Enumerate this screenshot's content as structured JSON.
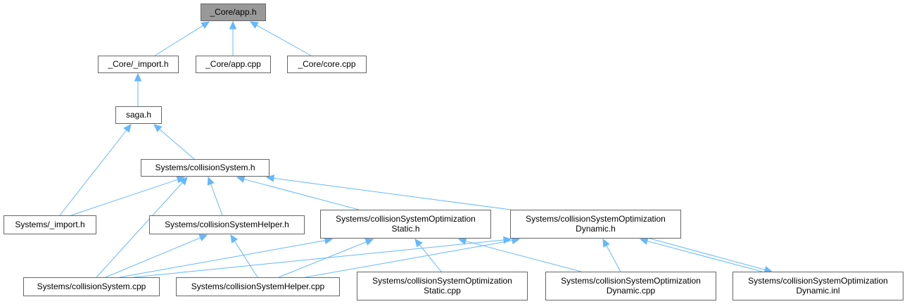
{
  "nodes": [
    {
      "id": "app_h",
      "lines": [
        "_Core/app.h"
      ],
      "root": true
    },
    {
      "id": "import_h",
      "lines": [
        "_Core/_import.h"
      ]
    },
    {
      "id": "app_cpp",
      "lines": [
        "_Core/app.cpp"
      ]
    },
    {
      "id": "core_cpp",
      "lines": [
        "_Core/core.cpp"
      ]
    },
    {
      "id": "saga_h",
      "lines": [
        "saga.h"
      ]
    },
    {
      "id": "cs_h",
      "lines": [
        "Systems/collisionSystem.h"
      ]
    },
    {
      "id": "sys_import_h",
      "lines": [
        "Systems/_import.h"
      ]
    },
    {
      "id": "csh_h",
      "lines": [
        "Systems/collisionSystemHelper.h"
      ]
    },
    {
      "id": "csos_h",
      "lines": [
        "Systems/collisionSystemOptimization",
        "Static.h"
      ]
    },
    {
      "id": "csod_h",
      "lines": [
        "Systems/collisionSystemOptimization",
        "Dynamic.h"
      ]
    },
    {
      "id": "cs_cpp",
      "lines": [
        "Systems/collisionSystem.cpp"
      ]
    },
    {
      "id": "csh_cpp",
      "lines": [
        "Systems/collisionSystemHelper.cpp"
      ]
    },
    {
      "id": "csos_cpp",
      "lines": [
        "Systems/collisionSystemOptimization",
        "Static.cpp"
      ]
    },
    {
      "id": "csod_cpp",
      "lines": [
        "Systems/collisionSystemOptimization",
        "Dynamic.cpp"
      ]
    },
    {
      "id": "csod_inl",
      "lines": [
        "Systems/collisionSystemOptimization",
        "Dynamic.inl"
      ]
    }
  ],
  "edges": [
    {
      "from": "import_h",
      "to": "app_h"
    },
    {
      "from": "app_cpp",
      "to": "app_h"
    },
    {
      "from": "core_cpp",
      "to": "app_h"
    },
    {
      "from": "saga_h",
      "to": "import_h"
    },
    {
      "from": "cs_h",
      "to": "saga_h"
    },
    {
      "from": "sys_import_h",
      "to": "saga_h"
    },
    {
      "from": "sys_import_h",
      "to": "cs_h"
    },
    {
      "from": "cs_cpp",
      "to": "cs_h"
    },
    {
      "from": "csh_h",
      "to": "cs_h"
    },
    {
      "from": "csos_h",
      "to": "cs_h"
    },
    {
      "from": "csod_h",
      "to": "cs_h"
    },
    {
      "from": "cs_cpp",
      "to": "csh_h"
    },
    {
      "from": "csh_cpp",
      "to": "csh_h"
    },
    {
      "from": "cs_cpp",
      "to": "csos_h"
    },
    {
      "from": "csh_cpp",
      "to": "csos_h"
    },
    {
      "from": "csos_cpp",
      "to": "csos_h"
    },
    {
      "from": "csod_cpp",
      "to": "csos_h"
    },
    {
      "from": "cs_cpp",
      "to": "csod_h"
    },
    {
      "from": "csh_cpp",
      "to": "csod_h"
    },
    {
      "from": "csod_cpp",
      "to": "csod_h"
    },
    {
      "from": "csod_inl",
      "to": "csod_h"
    },
    {
      "from": "csod_h",
      "to": "csod_inl"
    }
  ],
  "colors": {
    "edge": "#63b8ff",
    "node_border": "#666666",
    "root_fill": "#999999",
    "node_fill": "#ffffff"
  }
}
